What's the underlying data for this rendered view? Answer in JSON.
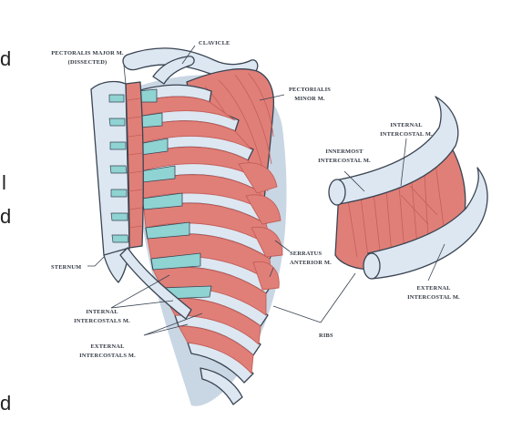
{
  "edge_fragments": [
    "d",
    "l",
    "d",
    "d"
  ],
  "labels": {
    "pectoralis_major_line1": "PECTORALIS MAJOR M.",
    "pectoralis_major_line2": "(DISSECTED)",
    "clavicle": "CLAVICLE",
    "pectoralis_minor_line1": "PECTORIALIS",
    "pectoralis_minor_line2": "MINOR M.",
    "internal_intercostal_line1": "INTERNAL",
    "internal_intercostal_line2": "INTERCOSTAL M.",
    "innermost_intercostal_line1": "INNERMOST",
    "innermost_intercostal_line2": "INTERCOSTAL M.",
    "sternum": "STERNUM",
    "serratus_line1": "SERRATUS",
    "serratus_line2": "ANTERIOR M.",
    "external_intercostal_line1": "EXTERNAL",
    "external_intercostal_line2": "INTERCOSTAL M.",
    "internal_intercostals_line1": "INTERNAL",
    "internal_intercostals_line2": "INTERCOSTALS M.",
    "ribs": "RIBS",
    "external_intercostals_line1": "EXTERNAL",
    "external_intercostals_line2": "INTERCOSTALS M."
  },
  "colors": {
    "bone": "#dce7f2",
    "bone_outline": "#3a4452",
    "muscle": "#e07f78",
    "muscle_dark": "#c45e58",
    "cartilage": "#8fd3d3",
    "leader": "#3a4452"
  }
}
